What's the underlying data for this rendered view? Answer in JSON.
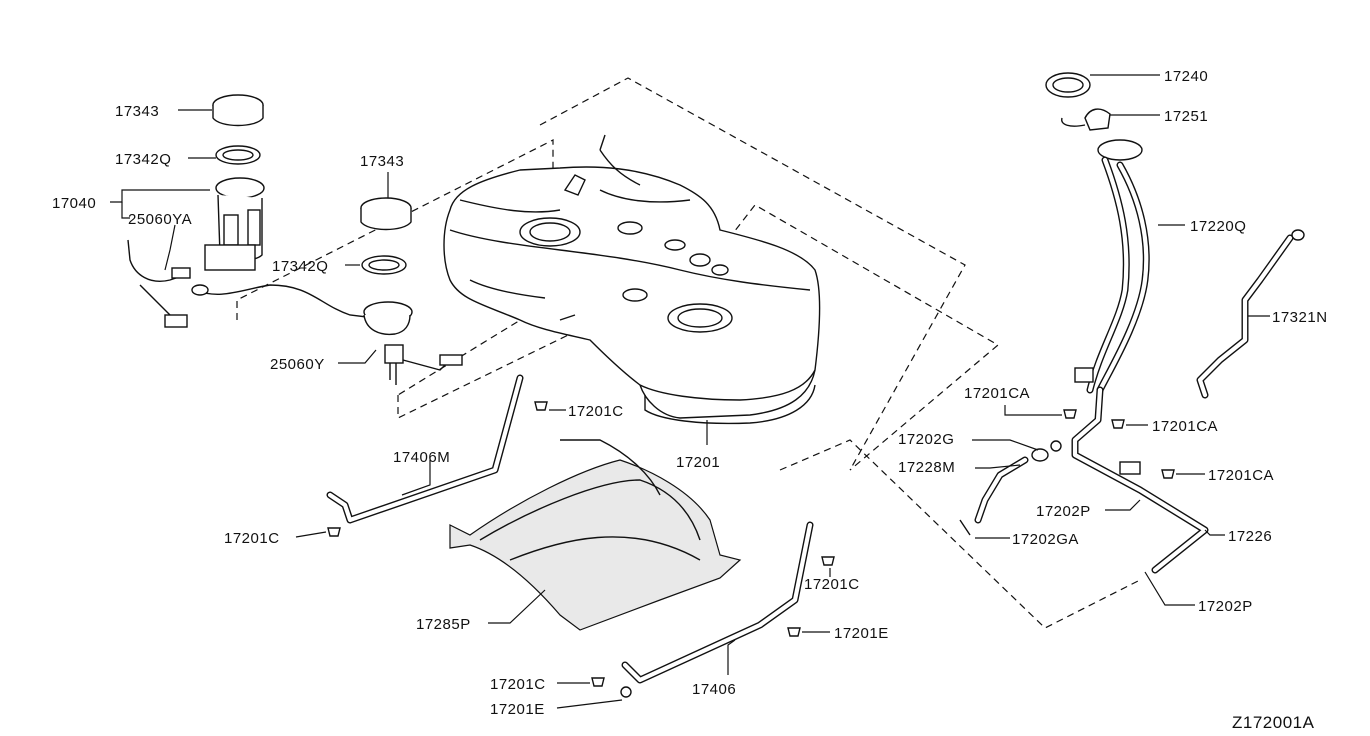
{
  "diagram_id": "Z172001A",
  "callouts": [
    {
      "id": "c-17343a",
      "text": "17343"
    },
    {
      "id": "c-17342q",
      "text": "17342Q"
    },
    {
      "id": "c-17040",
      "text": "17040"
    },
    {
      "id": "c-25060ya",
      "text": "25060YA"
    },
    {
      "id": "c-17343b",
      "text": "17343"
    },
    {
      "id": "c-17342q2",
      "text": "17342Q"
    },
    {
      "id": "c-25060y",
      "text": "25060Y"
    },
    {
      "id": "c-17201c-1",
      "text": "17201C"
    },
    {
      "id": "c-17201",
      "text": "17201"
    },
    {
      "id": "c-17406m",
      "text": "17406M"
    },
    {
      "id": "c-17201c-2",
      "text": "17201C"
    },
    {
      "id": "c-17285p",
      "text": "17285P"
    },
    {
      "id": "c-17201c-3",
      "text": "17201C"
    },
    {
      "id": "c-17201e-1",
      "text": "17201E"
    },
    {
      "id": "c-17201c-4",
      "text": "17201C"
    },
    {
      "id": "c-17201e-2",
      "text": "17201E"
    },
    {
      "id": "c-17406",
      "text": "17406"
    },
    {
      "id": "c-17240",
      "text": "17240"
    },
    {
      "id": "c-17251",
      "text": "17251"
    },
    {
      "id": "c-17220q",
      "text": "17220Q"
    },
    {
      "id": "c-17321n",
      "text": "17321N"
    },
    {
      "id": "c-17201ca-1",
      "text": "17201CA"
    },
    {
      "id": "c-17201ca-2",
      "text": "17201CA"
    },
    {
      "id": "c-17202g",
      "text": "17202G"
    },
    {
      "id": "c-17228m",
      "text": "17228M"
    },
    {
      "id": "c-17201ca-3",
      "text": "17201CA"
    },
    {
      "id": "c-17202p-1",
      "text": "17202P"
    },
    {
      "id": "c-17202ga",
      "text": "17202GA"
    },
    {
      "id": "c-17226",
      "text": "17226"
    },
    {
      "id": "c-17202p-2",
      "text": "17202P"
    }
  ]
}
